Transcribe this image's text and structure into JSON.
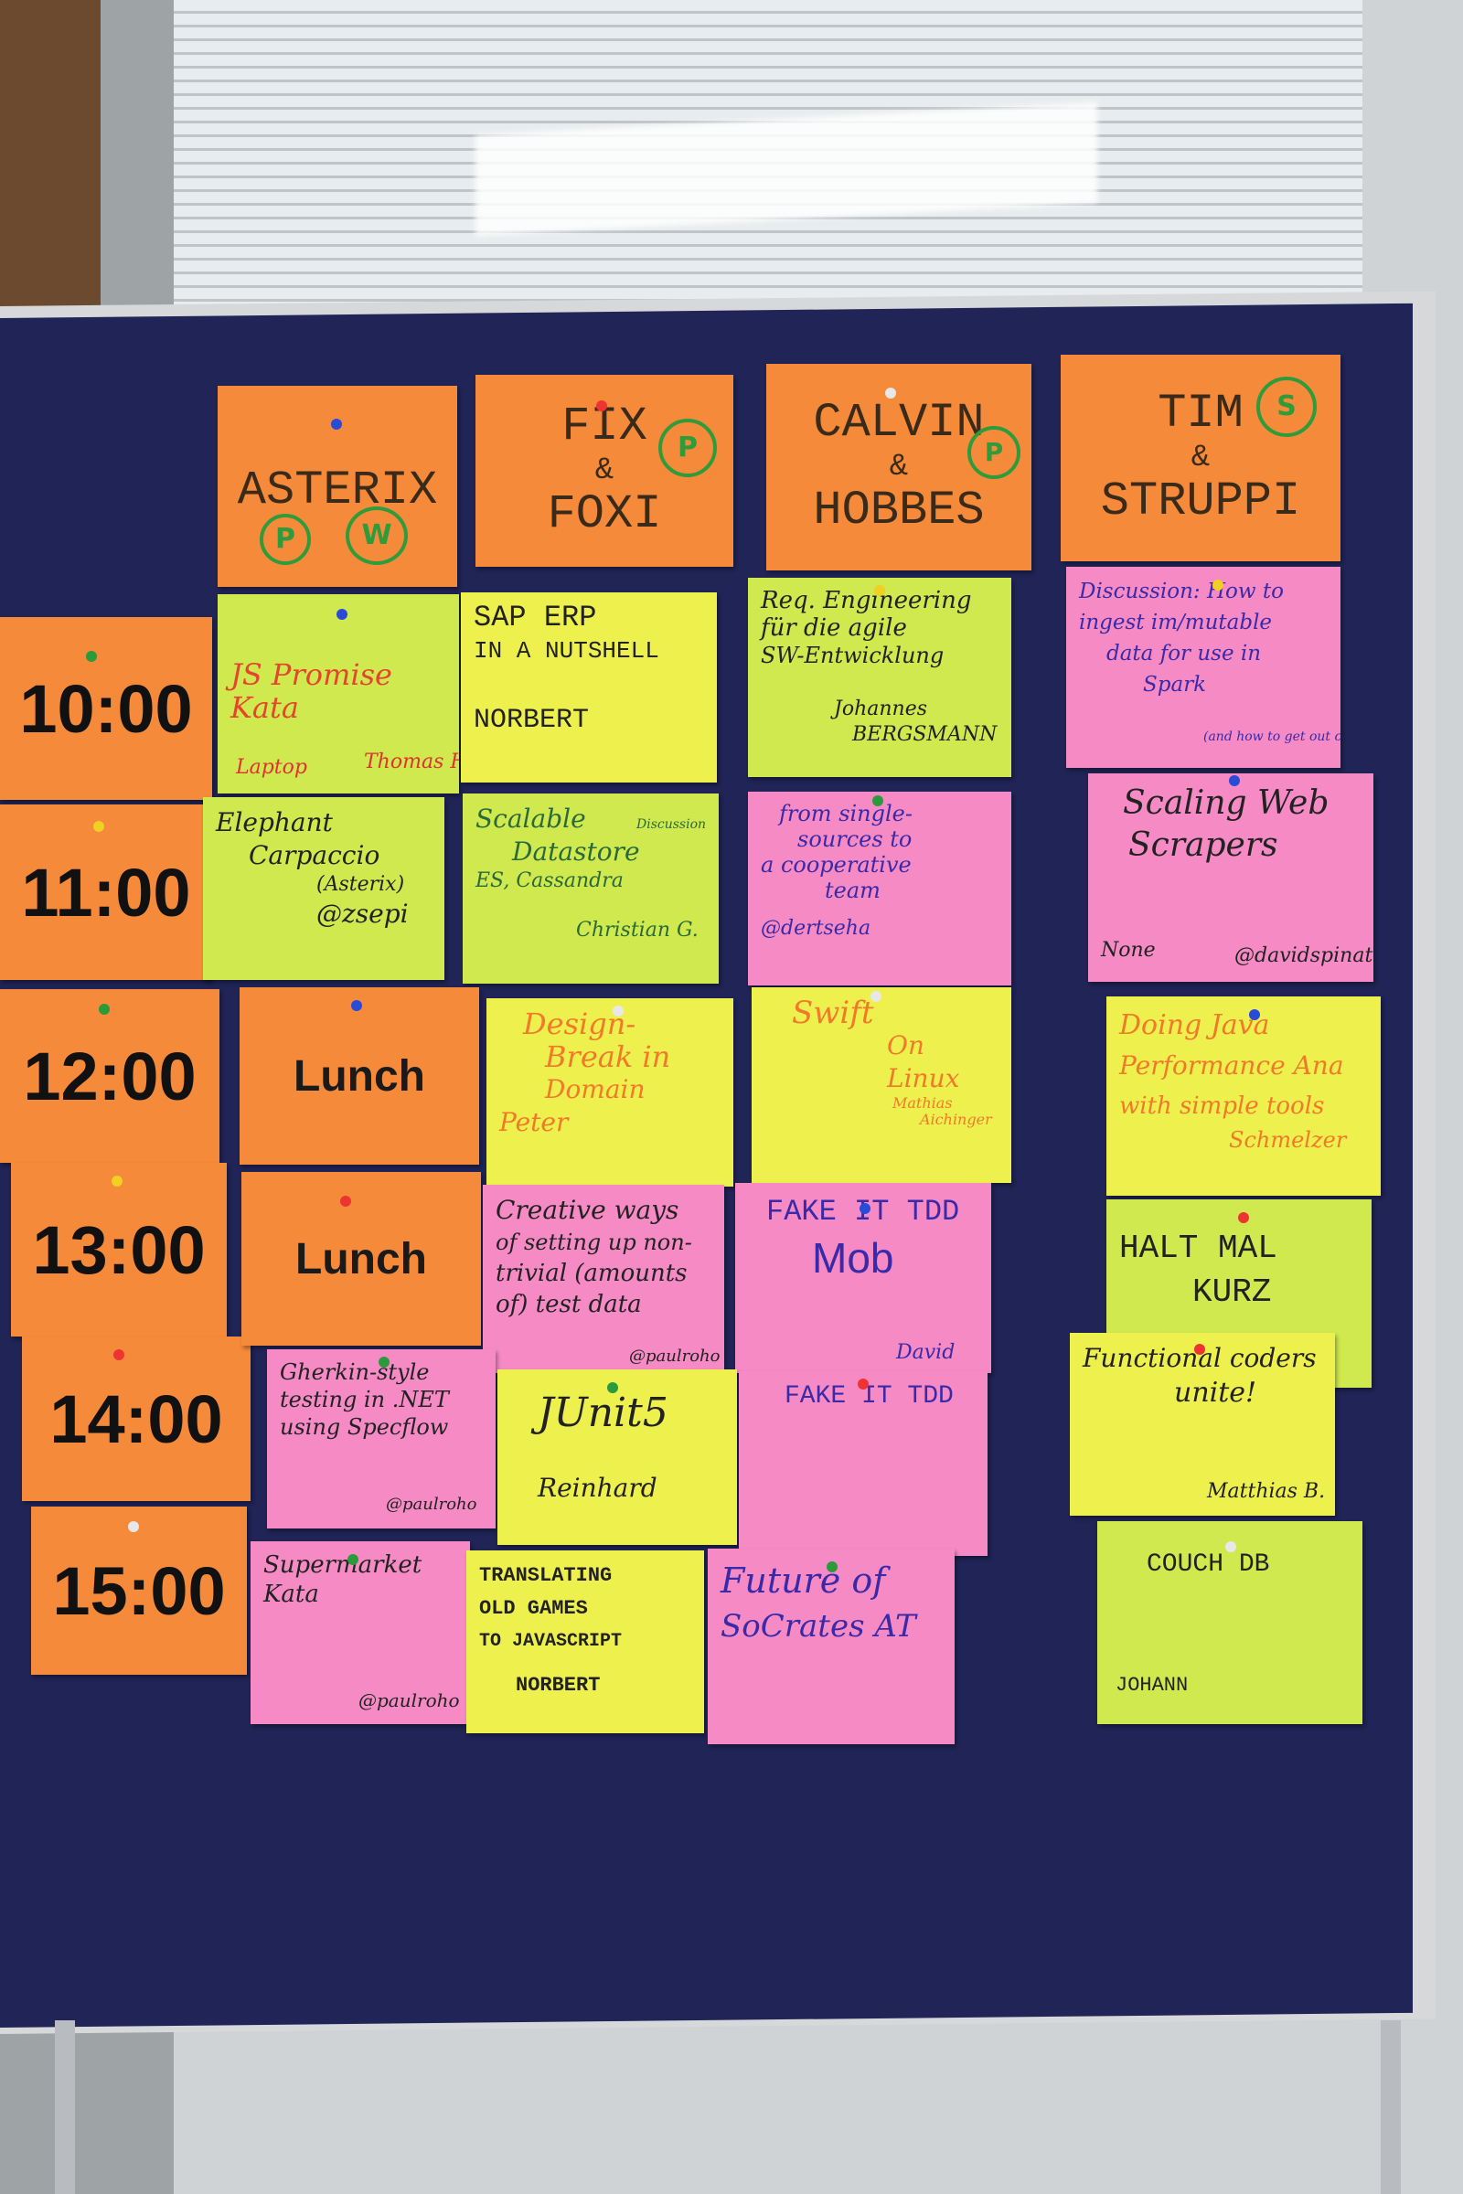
{
  "rooms": [
    {
      "line1": "ASTERIX",
      "line2": "",
      "line3": "",
      "badges": [
        "P",
        "W"
      ]
    },
    {
      "line1": "FIX",
      "line2": "&",
      "line3": "FOXI",
      "badges": [
        "P"
      ]
    },
    {
      "line1": "CALVIN",
      "line2": "&",
      "line3": "HOBBES",
      "badges": [
        "P"
      ]
    },
    {
      "line1": "TIM",
      "line2": "&",
      "line3": "STRUPPI",
      "badges": [
        "S"
      ]
    }
  ],
  "times": [
    "10:00",
    "11:00",
    "12:00",
    "13:00",
    "14:00",
    "15:00"
  ],
  "sessions": {
    "s10_a": {
      "l1": "JS Promise",
      "l2": "Kata",
      "left": "Laptop",
      "right": "Thomas H."
    },
    "s10_b": {
      "l1": "SAP ERP",
      "l2": "IN A NUTSHELL",
      "l3": "NORBERT"
    },
    "s10_c": {
      "l1": "Req. Engineering",
      "l2": "für die agile",
      "l3": "SW-Entwicklung",
      "l4": "Johannes",
      "l5": "BERGSMANN"
    },
    "s10_d": {
      "l1": "Discussion: How to",
      "l2": "ingest im/mutable",
      "l3": "data for use in",
      "l4": "Spark",
      "l5": "(and how to get out changes)"
    },
    "s11_a": {
      "l1": "Elephant",
      "l2": "Carpaccio",
      "l3": "(Asterix)",
      "l4": "@zsepi"
    },
    "s11_b": {
      "l1": "Scalable",
      "tag": "Discussion",
      "l2": "Datastore",
      "l3": "ES, Cassandra",
      "l4": "Christian G."
    },
    "s11_c": {
      "l1": "from single-",
      "l2": "sources to",
      "l3": "a cooperative",
      "l4": "team",
      "l5": "@dertseha"
    },
    "s11_d": {
      "l1": "Scaling Web",
      "l2": "Scrapers",
      "left": "None",
      "right": "@davidspinat"
    },
    "s12_a": {
      "label": "Lunch"
    },
    "s12_b": {
      "l1": "Design-",
      "l2": "Break in",
      "l3": "Domain",
      "l4": "Peter"
    },
    "s12_c": {
      "l1": "Swift",
      "l2": "On",
      "l3": "Linux",
      "l4": "Mathias",
      "l5": "Aichinger"
    },
    "s12_d": {
      "l1": "Doing Java",
      "l2": "Performance Ana",
      "l3": "with simple tools",
      "l4": "Schmelzer"
    },
    "s13_a": {
      "label": "Lunch"
    },
    "s13_b": {
      "l1": "Creative ways",
      "l2": "of setting up non-",
      "l3": "trivial (amounts",
      "l4": "of) test data",
      "l5": "@paulroho"
    },
    "s13_c": {
      "l1": "FAKE IT TDD",
      "l2": "Mob",
      "l3": "David"
    },
    "s13_d": {
      "l1": "HALT MAL",
      "l2": "KURZ"
    },
    "s14_a": {
      "l1": "Gherkin-style",
      "l2": "testing in .NET",
      "l3": "using Specflow",
      "l4": "@paulroho"
    },
    "s14_b": {
      "l1": "JUnit5",
      "l2": "Reinhard"
    },
    "s14_c": {
      "l1": "FAKE IT TDD"
    },
    "s14_d": {
      "l1": "Functional coders",
      "l2": "unite!",
      "l3": "Matthias B."
    },
    "s15_a": {
      "l1": "Supermarket",
      "l2": "Kata",
      "l3": "@paulroho"
    },
    "s15_b": {
      "l1": "TRANSLATING",
      "l2": "OLD GAMES",
      "l3": "TO JAVASCRIPT",
      "l4": "NORBERT"
    },
    "s15_c": {
      "l1": "Future of",
      "l2": "SoCrates AT"
    },
    "s15_d": {
      "l1": "COUCH DB",
      "l2": "JOHANN"
    }
  },
  "colors": {
    "board": "#202456",
    "orange_note": "#f58a3a",
    "yellow_note": "#eef04e",
    "lime_note": "#cfe94f",
    "pink_note": "#f58ac4"
  }
}
